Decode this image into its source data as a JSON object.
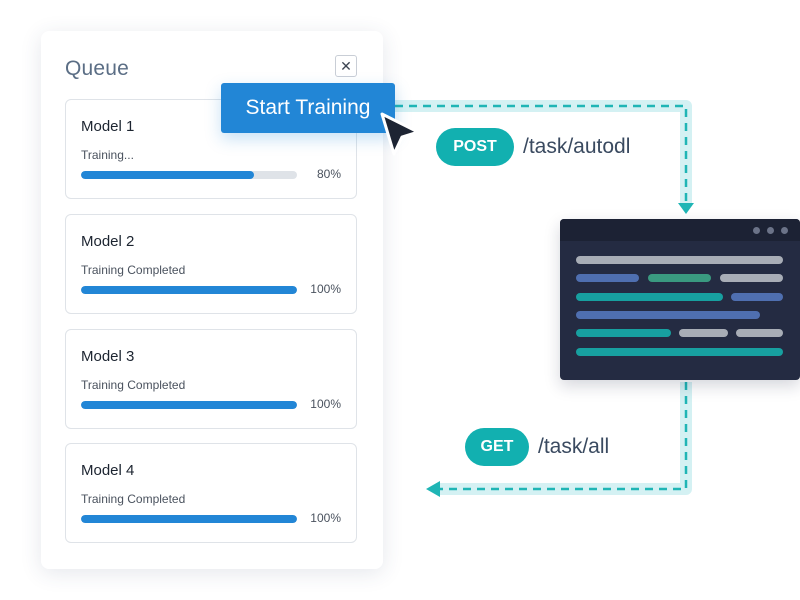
{
  "queue": {
    "title": "Queue",
    "close_icon": "close-icon",
    "models": [
      {
        "name": "Model 1",
        "status": "Training...",
        "progress": 0.8,
        "percent_label": "80%"
      },
      {
        "name": "Model 2",
        "status": "Training Completed",
        "progress": 1.0,
        "percent_label": "100%"
      },
      {
        "name": "Model 3",
        "status": "Training Completed",
        "progress": 1.0,
        "percent_label": "100%"
      },
      {
        "name": "Model 4",
        "status": "Training Completed",
        "progress": 1.0,
        "percent_label": "100%"
      }
    ]
  },
  "start_button": {
    "label": "Start Training"
  },
  "requests": {
    "post": {
      "method": "POST",
      "endpoint": "/task/autodl"
    },
    "get": {
      "method": "GET",
      "endpoint": "/task/all"
    }
  },
  "colors": {
    "accent_blue": "#2286d6",
    "teal": "#12b0b0",
    "terminal_bg": "#242b42",
    "flow_line": "#1fb5b5",
    "flow_glow": "#cfeff2"
  },
  "icons": {
    "cursor": "cursor-arrow-icon",
    "window_dots": "window-controls-icon"
  }
}
